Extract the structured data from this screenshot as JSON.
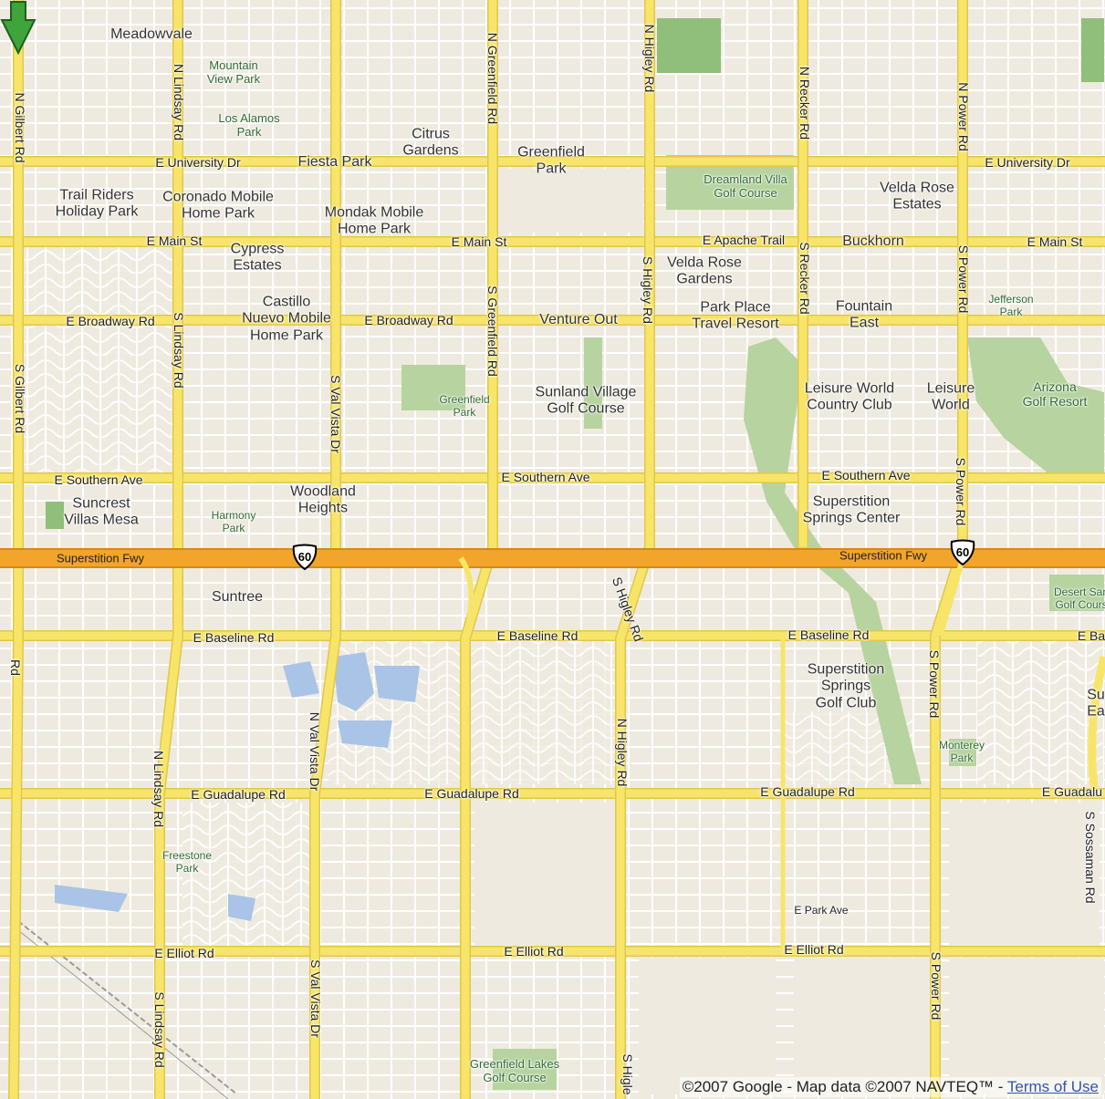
{
  "colors": {
    "arterial": "#f7e56a",
    "arterial_edge": "#e1c64a",
    "freeway": "#f2a52a",
    "freeway_edge": "#d08a1a",
    "park": "#b7d3a0",
    "park_dark": "#8fbf7a",
    "water": "#a9c4e6",
    "background": "#f1ece1",
    "local_street": "#ffffff",
    "marker": "#3fa43a"
  },
  "icons": {
    "marker": "green-arrow-marker-icon",
    "shield": "us-highway-shield-icon"
  },
  "map": {
    "roads": {
      "e_university": "E University Dr",
      "e_university_2": "E University Dr",
      "e_main_1": "E Main St",
      "e_main_2": "E Main St",
      "e_main_3": "E Main St",
      "e_apache": "E Apache Trail",
      "e_broadway_1": "E Broadway Rd",
      "e_broadway_2": "E Broadway Rd",
      "e_southern_1": "E Southern Ave",
      "e_southern_2": "E Southern Ave",
      "e_southern_3": "E Southern Ave",
      "e_baseline_1": "E Baseline Rd",
      "e_baseline_2": "E Baseline Rd",
      "e_baseline_3": "E Baseline Rd",
      "e_baseline_4": "E Ba",
      "e_guadalupe_1": "E Guadalupe Rd",
      "e_guadalupe_2": "E Guadalupe Rd",
      "e_guadalupe_3": "E Guadalupe Rd",
      "e_guadalupe_4": "E Guadalu",
      "e_elliot_1": "E Elliot Rd",
      "e_elliot_2": "E Elliot Rd",
      "e_elliot_3": "E Elliot Rd",
      "e_park_ave": "E Park Ave",
      "superstition_fwy_1": "Superstition Fwy",
      "superstition_fwy_2": "Superstition Fwy",
      "n_gilbert": "N Gilbert Rd",
      "s_gilbert": "S Gilbert Rd",
      "n_lindsay_top": "N Lindsay Rd",
      "s_lindsay_1": "S Lindsay Rd",
      "n_lindsay_2": "N Lindsay Rd",
      "s_lindsay_2": "S Lindsay Rd",
      "s_val_vista_1": "S Val Vista Dr",
      "n_val_vista": "N Val Vista Dr",
      "s_val_vista_2": "S Val Vista Dr",
      "n_greenfield": "N Greenfield Rd",
      "s_greenfield": "S Greenfield Rd",
      "n_higley_top": "N Higley Rd",
      "s_higley_1": "S Higley Rd",
      "s_higley_2": "S Higley Rd",
      "n_higley_2": "N Higley Rd",
      "s_higley_3": "S Higle",
      "n_recker": "N Recker Rd",
      "s_recker": "S Recker Rd",
      "n_power": "N Power Rd",
      "s_power_1": "S Power Rd",
      "s_power_2": "S Power Rd",
      "s_power_3": "S Power Rd",
      "s_sossaman": "S Sossaman Rd",
      "rd_left": "Rd"
    },
    "places": {
      "meadowvale": "Meadowvale",
      "mountain_view_park": "Mountain\nView Park",
      "los_alamos_park": "Los Alamos\nPark",
      "citrus_gardens": "Citrus\nGardens",
      "greenfield_park_top": "Greenfield\nPark",
      "fiesta_park": "Fiesta Park",
      "dreamland_villa": "Dreamland Villa\nGolf Course",
      "velda_rose_estates": "Velda Rose\nEstates",
      "trail_riders": "Trail Riders\nHoliday Park",
      "coronado": "Coronado Mobile\nHome Park",
      "mondak": "Mondak Mobile\nHome Park",
      "cypress_estates": "Cypress\nEstates",
      "velda_rose_gardens": "Velda Rose\nGardens",
      "buckhorn": "Buckhorn",
      "castillo": "Castillo\nNuevo Mobile\nHome Park",
      "venture_out": "Venture Out",
      "park_place": "Park Place\nTravel Resort",
      "fountain_east": "Fountain\nEast",
      "jefferson_park": "Jefferson\nPark",
      "greenfield_park_mid": "Greenfield\nPark",
      "sunland_village": "Sunland Village\nGolf Course",
      "leisure_world_cc": "Leisure World\nCountry Club",
      "leisure_world": "Leisure\nWorld",
      "arizona_golf": "Arizona\nGolf Resort",
      "suncrest": "Suncrest\nVillas Mesa",
      "harmony_park": "Harmony\nPark",
      "woodland_heights": "Woodland\nHeights",
      "superstition_springs_center": "Superstition\nSprings Center",
      "suntree": "Suntree",
      "desert_sands": "Desert San\nGolf Cours",
      "superstition_springs_golf": "Superstition\nSprings\nGolf Club",
      "monterey_park": "Monterey\nPark",
      "su_ea": "Su\nEa",
      "freestone_park": "Freestone\nPark",
      "greenfield_lakes": "Greenfield Lakes\nGolf Course"
    },
    "shields": {
      "us60_1": "60",
      "us60_2": "60"
    }
  },
  "footer": {
    "copyright": "©2007 Google - Map data ©2007 NAVTEQ™ - ",
    "terms": "Terms of Use"
  }
}
